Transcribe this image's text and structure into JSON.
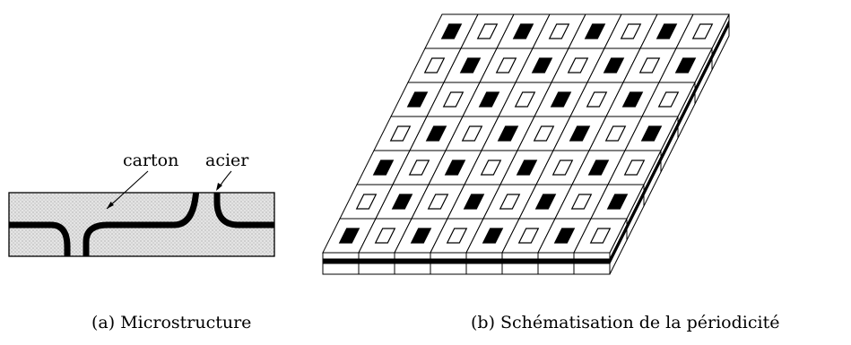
{
  "panel_a": {
    "labels": {
      "carton": "carton",
      "acier": "acier"
    },
    "caption": "(a) Microstructure",
    "colors": {
      "matrix_fill": "#e2e2e2",
      "steel": "#000000"
    }
  },
  "panel_b": {
    "caption": "(b) Schématisation de la périodicité",
    "grid": {
      "rows": 7,
      "cols": 8
    },
    "colors": {
      "tile_face": "#ffffff",
      "dark_square": "#000000",
      "outline": "#000000"
    }
  }
}
